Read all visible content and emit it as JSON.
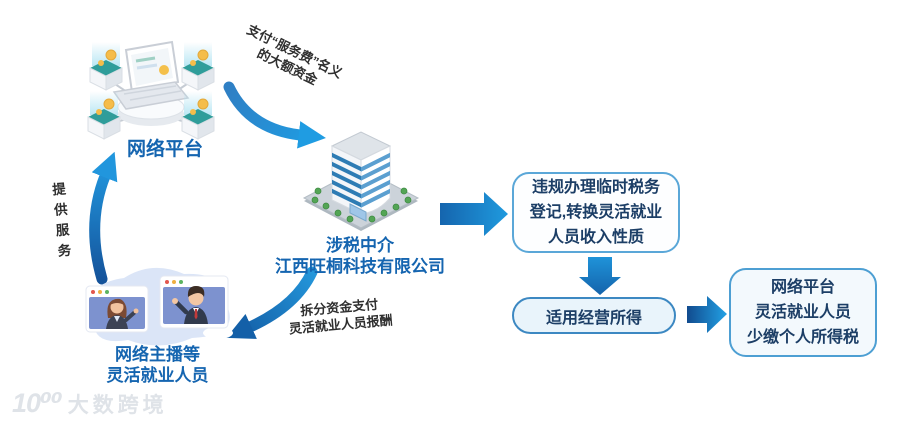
{
  "nodes": {
    "platform": {
      "label": "网络平台"
    },
    "intermediary": {
      "lines": [
        "涉税中介",
        "江西旺桐科技有限公司"
      ]
    },
    "workers": {
      "lines": [
        "网络主播等",
        "灵活就业人员"
      ]
    },
    "registration_box": {
      "lines": [
        "违规办理临时税务",
        "登记,转换灵活就业",
        "人员收入性质"
      ]
    },
    "income_pill": {
      "label": "适用经营所得"
    },
    "result_box": {
      "lines": [
        "网络平台",
        "灵活就业人员",
        "少缴个人所得税"
      ]
    }
  },
  "edges": {
    "pay_service_fee": {
      "lines": [
        "支付“服务费”名义",
        "的大额资金"
      ]
    },
    "provide_service": {
      "label": "提供服务"
    },
    "split_funds": {
      "lines": [
        "拆分资金支付",
        "灵活就业人员报酬"
      ]
    }
  },
  "watermark": {
    "mark": "10⁰⁰",
    "name": "大数跨境"
  },
  "colors": {
    "arrow_dark": "#1460a8",
    "arrow_bright": "#22a0e4",
    "label_blue": "#1565b0",
    "box_text": "#1c3e66",
    "box_border": "#5aa7d8",
    "pill_bg": "#e9f4fb"
  }
}
